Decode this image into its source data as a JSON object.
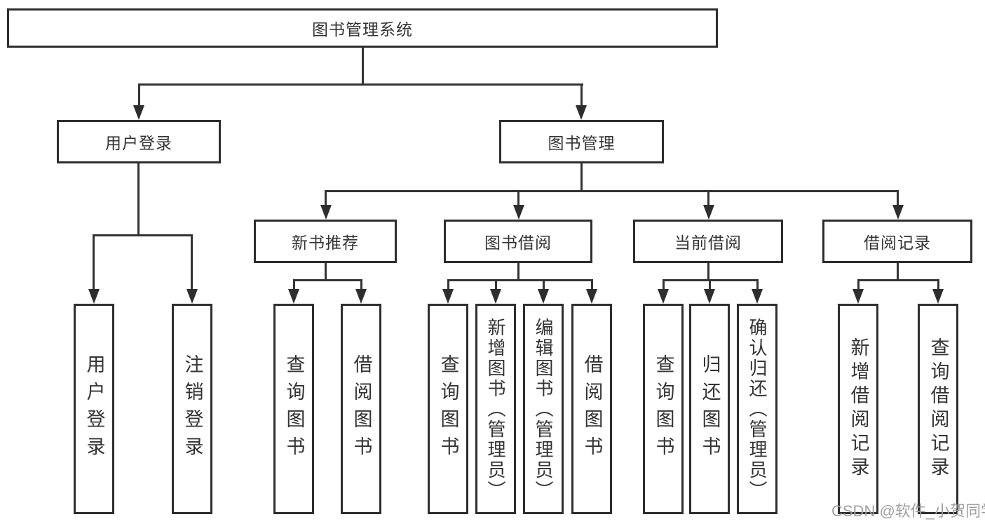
{
  "diagram": {
    "root": {
      "label": "图书管理系统"
    },
    "branches": [
      {
        "label": "用户登录",
        "children": [
          {
            "label": "用户登录"
          },
          {
            "label": "注销登录"
          }
        ]
      },
      {
        "label": "图书管理",
        "children": [
          {
            "label": "新书推荐",
            "children": [
              {
                "label": "查询图书"
              },
              {
                "label": "借阅图书"
              }
            ]
          },
          {
            "label": "图书借阅",
            "children": [
              {
                "label": "查询图书"
              },
              {
                "label": "新增图书（管理员）"
              },
              {
                "label": "编辑图书（管理员）"
              },
              {
                "label": "借阅图书"
              }
            ]
          },
          {
            "label": "当前借阅",
            "children": [
              {
                "label": "查询图书"
              },
              {
                "label": "归还图书"
              },
              {
                "label": "确认归还（管理员）"
              }
            ]
          },
          {
            "label": "借阅记录",
            "children": [
              {
                "label": "新增借阅记录"
              },
              {
                "label": "查询借阅记录"
              }
            ]
          }
        ]
      }
    ],
    "watermark": {
      "text": "CSDN @软件_小贺同学"
    },
    "colors": {
      "line": "#333333",
      "border": "#2e2e2e",
      "text": "#333333",
      "watermark": "#a0a0a0",
      "background": "#ffffff"
    }
  }
}
